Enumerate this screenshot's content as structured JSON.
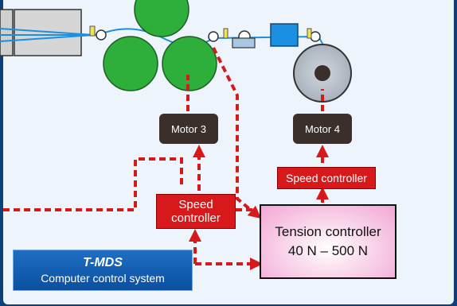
{
  "labels": {
    "motor3": "Motor 3",
    "motor4": "Motor 4",
    "speed_controller_top": "Speed controller",
    "speed_controller_left_line1": "Speed",
    "speed_controller_left_line2": "controller",
    "tension_title": "Tension controller",
    "tension_range": "40 N – 500 N",
    "tmds_title": "T-MDS",
    "tmds_subtitle": "Computer control system"
  },
  "colors": {
    "dashed_signal": "#d7191c",
    "roller_green": "#2eae3a",
    "film_blue": "#1d8fe0",
    "motor_box": "#3a2f2a",
    "tension_pink": "#f2a6d4",
    "tmds_blue": "#0b4f9f"
  }
}
